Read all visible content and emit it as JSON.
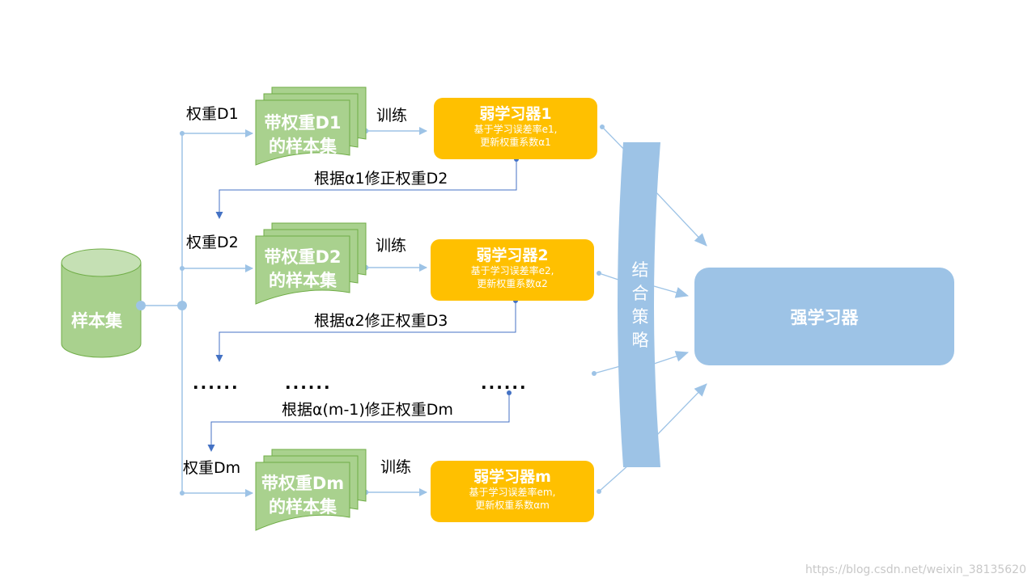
{
  "sample_set_label": "样本集",
  "branches": [
    {
      "weight_label": "权重D1",
      "doc_line1": "带权重D1",
      "doc_line2": "的样本集",
      "train_label": "训练",
      "weak_title": "弱学习器1",
      "weak_line1": "基于学习误差率e1,",
      "weak_line2": "更新权重系数α1",
      "update_label": "根据α1修正权重D2"
    },
    {
      "weight_label": "权重D2",
      "doc_line1": "带权重D2",
      "doc_line2": "的样本集",
      "train_label": "训练",
      "weak_title": "弱学习器2",
      "weak_line1": "基于学习误差率e2,",
      "weak_line2": "更新权重系数α2",
      "update_label": "根据α2修正权重D3"
    },
    {
      "weight_label": "权重Dm",
      "doc_line1": "带权重Dm",
      "doc_line2": "的样本集",
      "train_label": "训练",
      "weak_title": "弱学习器m",
      "weak_line1": "基于学习误差率em,",
      "weak_line2": "更新权重系数αm"
    }
  ],
  "update_m_label": "根据α(m-1)修正权重Dm",
  "ellipsis": "......",
  "combine_label": [
    "结",
    "合",
    "策",
    "略"
  ],
  "strong_label": "强学习器",
  "watermark": "https://blog.csdn.net/weixin_38135620",
  "colors": {
    "green": "#A9D18E",
    "green_stroke": "#70AD47",
    "orange": "#FFC000",
    "blue_light": "#9DC3E6",
    "blue_line": "#4472C4"
  }
}
